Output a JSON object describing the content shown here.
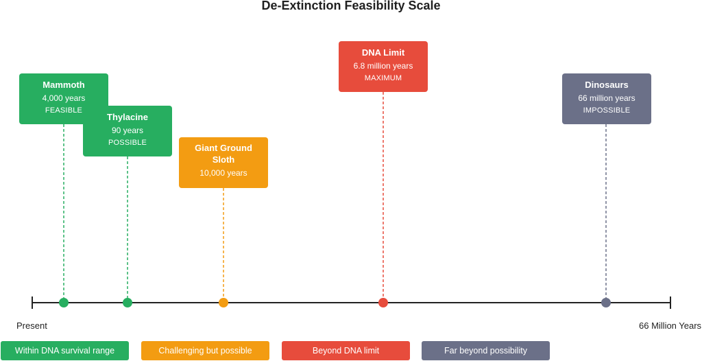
{
  "title": "De-Extinction Feasibility Scale",
  "axis": {
    "start_label": "Present",
    "end_label": "66 Million Years"
  },
  "colors": {
    "feasible": "#27ae60",
    "challenging": "#f39c12",
    "beyond": "#e74c3c",
    "impossible": "#6b7088"
  },
  "entries": [
    {
      "name": "Mammoth",
      "years": "4,000 years",
      "status": "FEASIBLE",
      "category": "feasible"
    },
    {
      "name": "Thylacine",
      "years": "90 years",
      "status": "POSSIBLE",
      "category": "feasible"
    },
    {
      "name": "Giant Ground Sloth",
      "years": "10,000 years",
      "status": "",
      "category": "challenging"
    },
    {
      "name": "DNA Limit",
      "years": "6.8 million years",
      "status": "MAXIMUM",
      "category": "beyond"
    },
    {
      "name": "Dinosaurs",
      "years": "66 million years",
      "status": "IMPOSSIBLE",
      "category": "impossible"
    }
  ],
  "legend": [
    {
      "label": "Within DNA survival range",
      "category": "feasible"
    },
    {
      "label": "Challenging but possible",
      "category": "challenging"
    },
    {
      "label": "Beyond DNA limit",
      "category": "beyond"
    },
    {
      "label": "Far beyond possibility",
      "category": "impossible"
    }
  ]
}
